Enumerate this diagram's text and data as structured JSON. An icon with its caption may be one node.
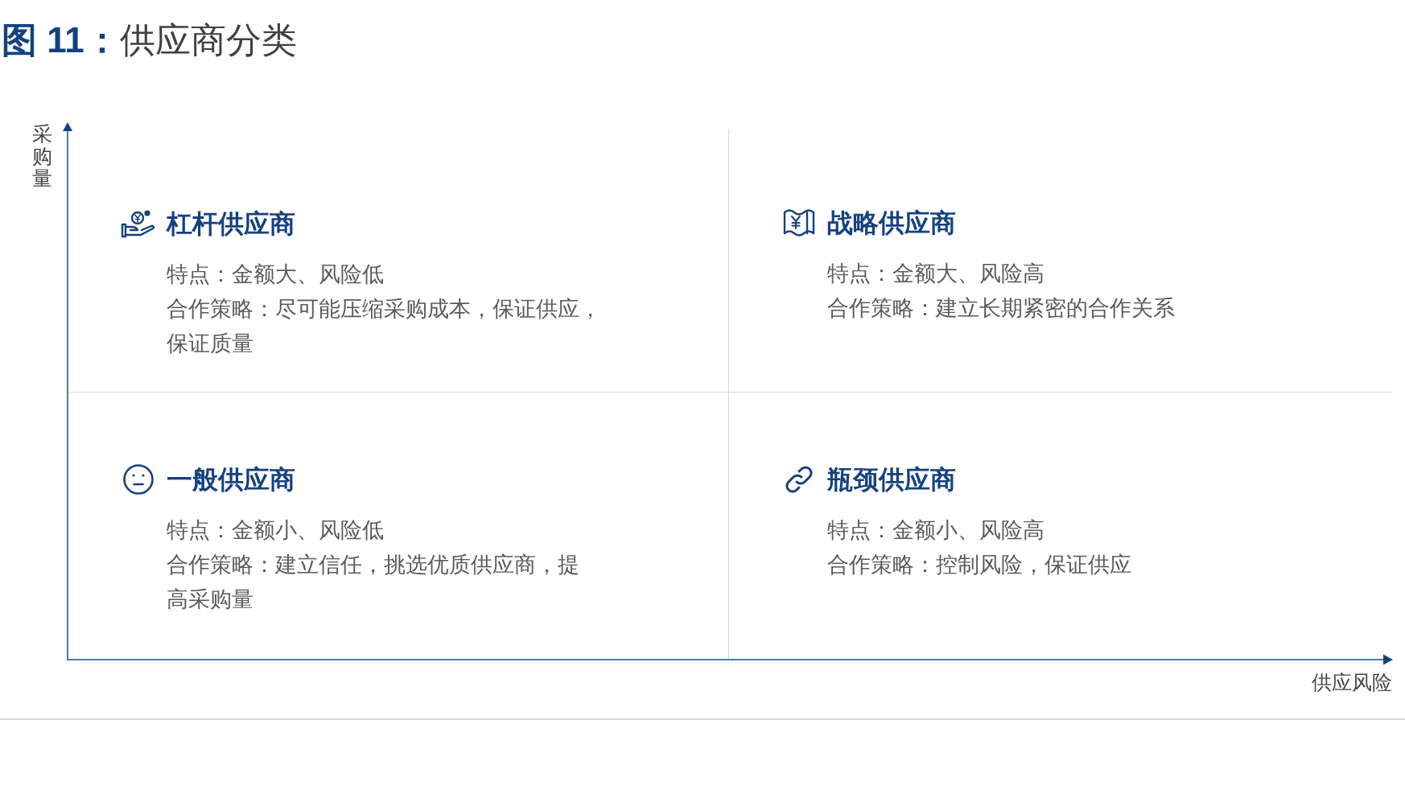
{
  "diagram": {
    "title": "**图 11：**供应商分类",
    "nodes": [
      {
        "text": [
          "杠杆供应商",
          "特点：金额大、风险低",
          "合作策略：尽可能压缩采购成本，保证供应，保证质量"
        ]
      },
      {
        "text": [
          "战略供应商",
          "特点：金额大、风险高",
          "合作策略：建立长期紧密的合作关系"
        ]
      },
      {
        "text": [
          "一般供应商",
          "特点：金额小、风险低",
          "合作策略：建立信任，挑选优质供应商，提高采购量"
        ]
      },
      {
        "text": [
          "瓶颈供应商",
          "特点：金额小、风险高",
          "合作策略：控制风险，保证供应"
        ]
      }
    ],
    "labels": [
      "采购量",
      "供应风险"
    ]
  }
}
